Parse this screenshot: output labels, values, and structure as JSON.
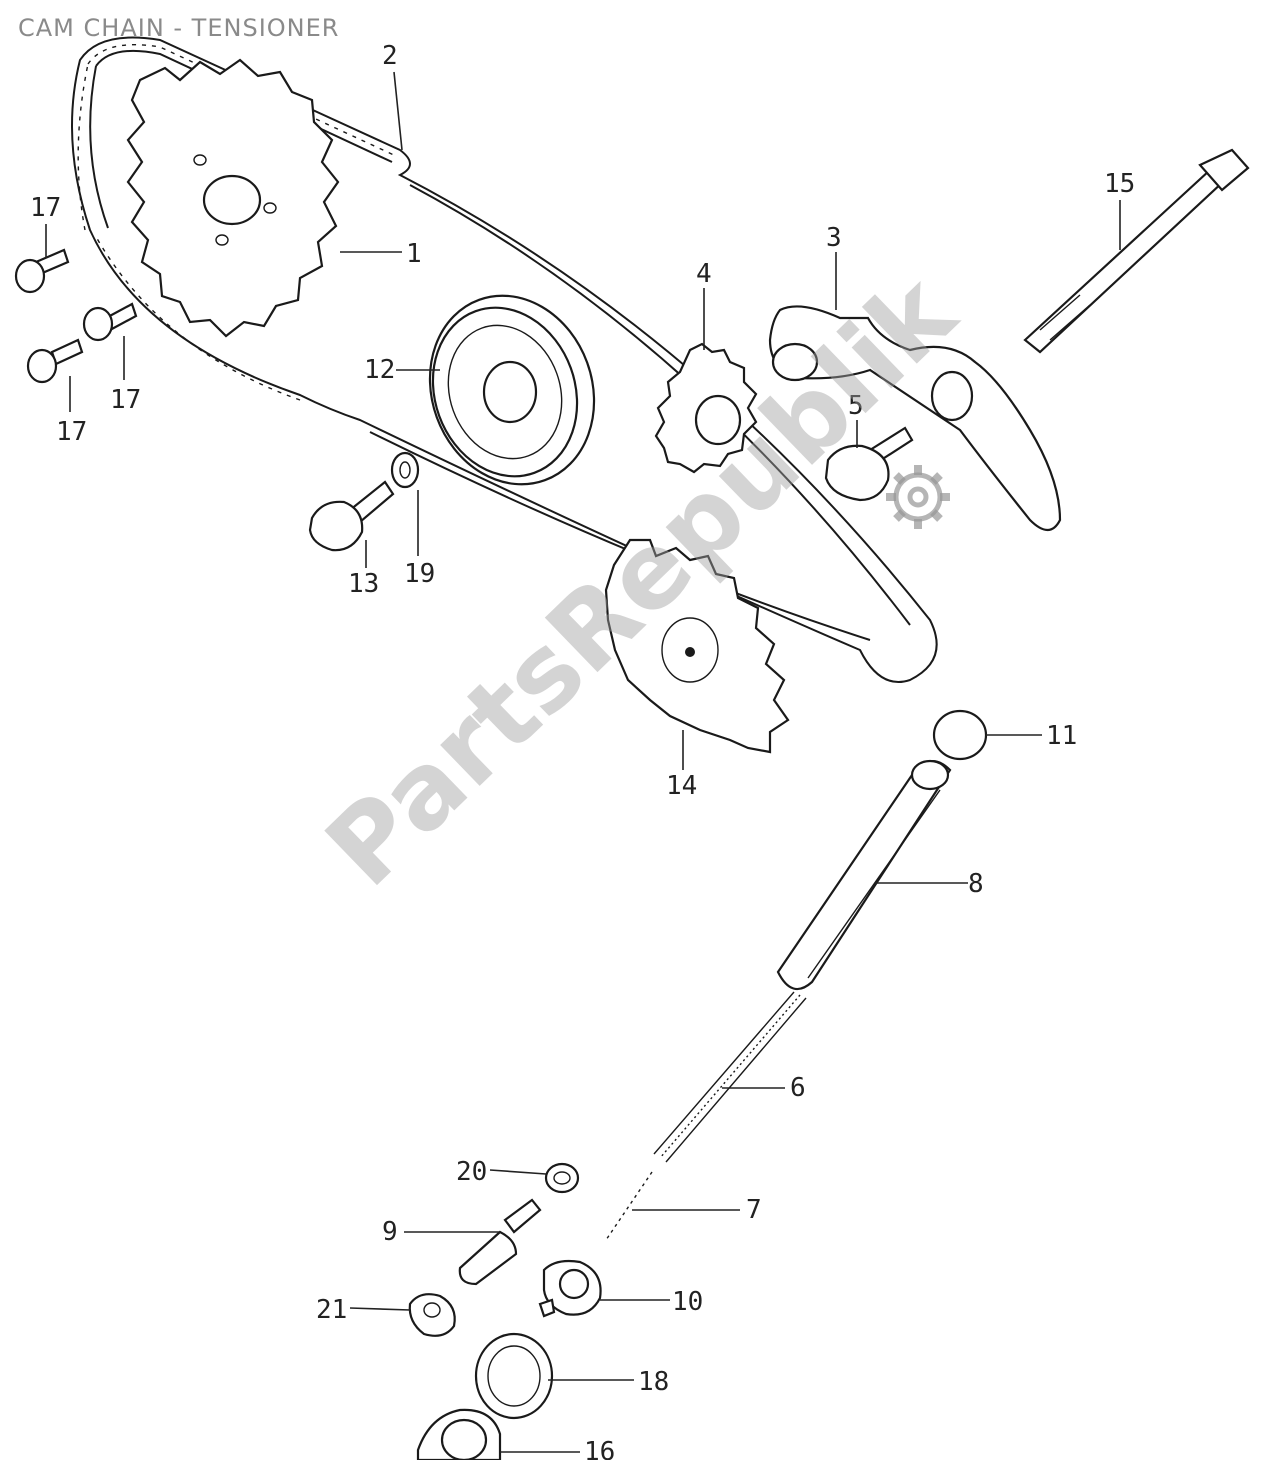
{
  "title": "CAM CHAIN - TENSIONER",
  "watermark": "PartsRepublik",
  "colors": {
    "line": "#1a1a1a",
    "title": "#8a8a8a",
    "watermark": "#a0a0a0"
  },
  "icons": {
    "watermark_gear": "gear-icon"
  },
  "callouts": {
    "c1": "1",
    "c2": "2",
    "c3": "3",
    "c4": "4",
    "c5": "5",
    "c6": "6",
    "c7": "7",
    "c8": "8",
    "c9": "9",
    "c10": "10",
    "c11": "11",
    "c12": "12",
    "c13": "13",
    "c14": "14",
    "c15": "15",
    "c16": "16",
    "c17a": "17",
    "c17b": "17",
    "c17c": "17",
    "c18": "18",
    "c19": "19",
    "c20": "20",
    "c21": "21"
  }
}
